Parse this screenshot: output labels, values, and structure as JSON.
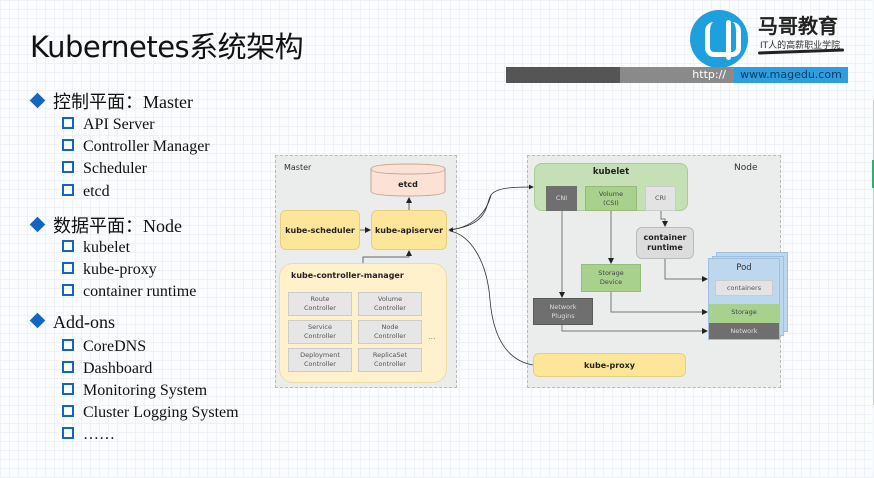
{
  "title": "Kubernetes系统架构",
  "brand": {
    "name": "马哥教育",
    "slogan": "IT人的高薪职业学院",
    "url_prefix": "http://",
    "url": "www.magedu.com",
    "colors": {
      "logo_blue": "#1e9fde",
      "url_blue": "#2d9ee0",
      "bullet_blue": "#1565c0"
    }
  },
  "outline": [
    {
      "heading": "控制平面：Master",
      "items": [
        "API Server",
        "Controller Manager",
        "Scheduler",
        "etcd"
      ]
    },
    {
      "heading": "数据平面：Node",
      "items": [
        "kubelet",
        "kube-proxy",
        "container runtime"
      ]
    },
    {
      "heading": "Add-ons",
      "items": [
        "CoreDNS",
        "Dashboard",
        "Monitoring System",
        "Cluster Logging System",
        "……"
      ]
    }
  ],
  "diagram": {
    "master": {
      "label": "Master",
      "etcd": "etcd",
      "scheduler": "kube-scheduler",
      "apiserver": "kube-apiserver",
      "controller_manager": {
        "label": "kube-controller-manager",
        "controllers": [
          [
            "Route",
            "Controller"
          ],
          [
            "Volume",
            "Controller"
          ],
          [
            "Service",
            "Controller"
          ],
          [
            "Node",
            "Controller"
          ],
          [
            "Deployment",
            "Controller"
          ],
          [
            "ReplicaSet",
            "Controller"
          ]
        ],
        "more": "..."
      }
    },
    "node": {
      "label": "Node",
      "kubelet": "kubelet",
      "cni": "CNI",
      "volume": [
        "Volume",
        "(CSI)"
      ],
      "cri": "CRI",
      "container_runtime": [
        "container",
        "runtime"
      ],
      "storage_device": [
        "Storage",
        "Device"
      ],
      "network_plugins": [
        "Network",
        "Plugins"
      ],
      "pod": "Pod",
      "containers": "containers",
      "storage": "Storage",
      "network": "Network",
      "kube_proxy": "kube-proxy"
    },
    "colors": {
      "yellow": "#fde69a",
      "green": "#c5e0b4",
      "green_dark": "#a9d18e",
      "gray_dark": "#6f6f6f",
      "blue": "#bdd7ee",
      "etcd": "#fbe2d5"
    }
  }
}
